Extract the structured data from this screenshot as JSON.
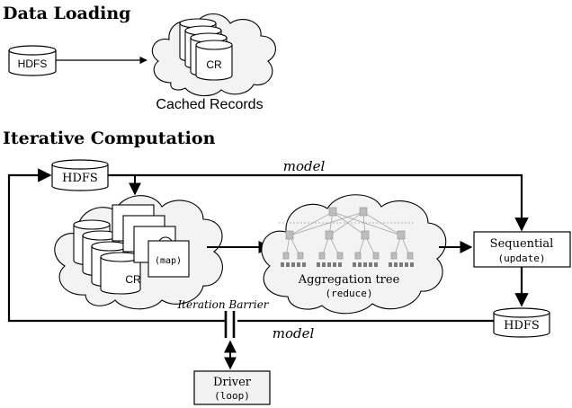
{
  "colors": {
    "ink": "#000000",
    "cloud_fill": "#f3f3f3",
    "box_fill": "#ffffff",
    "driver_fill": "#f2f2f2",
    "tree_gray": "#9a9a9a"
  },
  "data_loading": {
    "heading": "Data Loading",
    "source_label": "HDFS",
    "cached_label": "CR",
    "caption": "Cached Records"
  },
  "iterative": {
    "heading": "Iterative Computation",
    "hdfs_in": "HDFS",
    "hdfs_out": "HDFS",
    "model_top": "model",
    "model_bottom": "model",
    "cr_label": "CR",
    "map_label": "(map)",
    "aggregation_title": "Aggregation tree",
    "aggregation_op": "(reduce)",
    "sequential_title": "Sequential",
    "sequential_op": "(update)",
    "barrier_label": "Iteration Barrier",
    "driver_title": "Driver",
    "driver_op": "(loop)"
  },
  "icons": [
    "hdfs-cylinder-icon",
    "cached-records-stack-icon",
    "cloud-icon",
    "aggregation-tree-icon",
    "barrier-icon"
  ]
}
